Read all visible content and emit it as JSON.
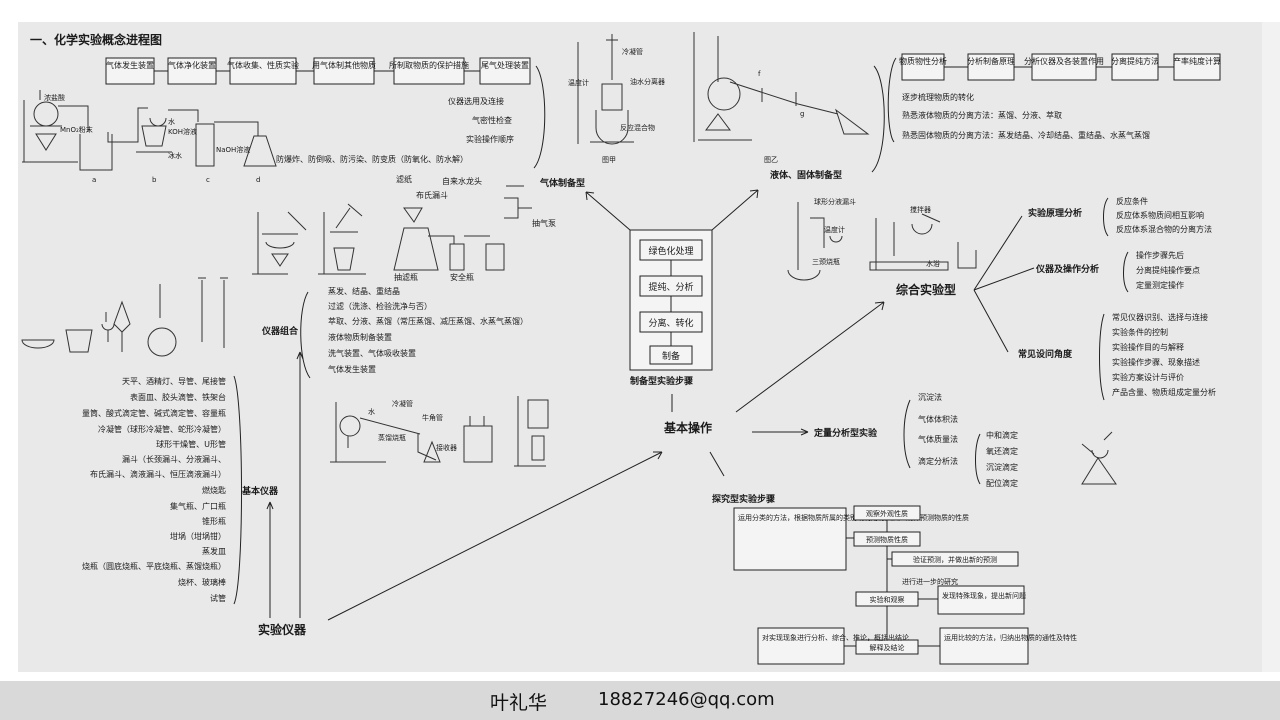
{
  "title": "一、化学实验概念进程图",
  "footer": {
    "author": "叶礼华",
    "email": "18827246@qq.com"
  },
  "gas": {
    "flow": [
      "气体发生装置",
      "气体净化装置",
      "气体收集、性质实验",
      "用气体制其他物质",
      "所制取物质的保护措施",
      "尾气处理装置"
    ],
    "reagents": {
      "acid": "浓盐酸",
      "mno2": "MnO₂粉末",
      "water": "水",
      "koh": "KOH溶液",
      "ice": "冰水",
      "naoh": "NaOH溶液"
    },
    "labels": [
      "a",
      "b",
      "c",
      "d"
    ],
    "notes": [
      "仪器选用及连接",
      "气密性检查",
      "实验操作顺序"
    ],
    "safety": "防爆炸、防倒吸、防污染、防变质（防氧化、防水解）",
    "hub": "气体制备型"
  },
  "liquid": {
    "figA": {
      "condenser": "冷凝管",
      "thermo": "温度计",
      "separator": "油水分离器",
      "mixture": "反应混合物",
      "caption": "图甲"
    },
    "figB": {
      "caption": "图乙",
      "f": "f",
      "g": "g"
    },
    "hub": "液体、固体制备型"
  },
  "product": {
    "flow": [
      "物质物性分析",
      "分析制备原理",
      "分析仪器及各装置作用",
      "分离提纯方法",
      "产率纯度计算"
    ],
    "lines": [
      "逐步梳理物质的转化",
      "熟悉液体物质的分离方法：蒸馏、分液、萃取",
      "熟悉固体物质的分离方法：蒸发结晶、冷却结晶、重结晶、水蒸气蒸馏"
    ]
  },
  "center": {
    "steps": [
      "绿色化处理",
      "提纯、分析",
      "分离、转化",
      "制备"
    ],
    "caption": "制备型实验步骤",
    "basic": "基本操作"
  },
  "filter": {
    "paper": "滤纸",
    "tap": "自来水龙头",
    "funnel": "布氏漏斗",
    "pump": "抽气泵",
    "flask": "抽滤瓶",
    "safety": "安全瓶"
  },
  "combo": {
    "label": "仪器组合",
    "items": [
      "蒸发、结晶、重结晶",
      "过滤（洗涤、检验洗净与否）",
      "萃取、分液、蒸馏（常压蒸馏、减压蒸馏、水蒸气蒸馏）",
      "液体物质制备装置",
      "洗气装置、气体吸收装置",
      "气体发生装置"
    ]
  },
  "steam": {
    "condenser": "冷凝管",
    "water": "水",
    "flask": "蒸馏烧瓶",
    "tube": "牛角管",
    "receiver": "接收器"
  },
  "instruments": {
    "items": [
      "天平、酒精灯、导管、尾接管",
      "表面皿、胶头滴管、铁架台",
      "量筒、酸式滴定管、碱式滴定管、容量瓶",
      "冷凝管（球形冷凝管、蛇形冷凝管）",
      "球形干燥管、U形管",
      "漏斗（长颈漏斗、分液漏斗、",
      "布氏漏斗、滴液漏斗、恒压滴液漏斗）",
      "燃烧匙",
      "集气瓶、广口瓶",
      "锥形瓶",
      "坩埚（坩埚钳）",
      "蒸发皿",
      "烧瓶（圆底烧瓶、平底烧瓶、蒸馏烧瓶）",
      "烧杯、玻璃棒",
      "试管"
    ],
    "basic": "基本仪器",
    "main": "实验仪器"
  },
  "comprehensive": {
    "app": {
      "stirrer": "搅拌器",
      "funnel": "球形分液漏斗",
      "thermo": "温度计",
      "flask": "三颈烧瓶",
      "water": "水浴"
    },
    "hub": "综合实验型",
    "principle": {
      "label": "实验原理分析",
      "items": [
        "反应条件",
        "反应体系物质间相互影响",
        "反应体系混合物的分离方法"
      ]
    },
    "operation": {
      "label": "仪器及操作分析",
      "items": [
        "操作步骤先后",
        "分离提纯操作要点",
        "定量测定操作"
      ]
    },
    "questions": {
      "label": "常见设问角度",
      "items": [
        "常见仪器识别、选择与连接",
        "实验条件的控制",
        "实验操作目的与解释",
        "实验操作步骤、现象描述",
        "实验方案设计与评价",
        "产品含量、物质组成定量分析"
      ]
    }
  },
  "quant": {
    "label": "定量分析型实验",
    "methods": [
      "沉淀法",
      "气体体积法",
      "气体质量法",
      "滴定分析法"
    ],
    "titration": [
      "中和滴定",
      "氧还滴定",
      "沉淀滴定",
      "配位滴定"
    ]
  },
  "explore": {
    "label": "探究型实验步骤",
    "steps": [
      "观察外观性质",
      "预测物质性质",
      "验证预测，并做出新的预测",
      "进行进一步的研究",
      "实验和观察",
      "发现特殊现象，提出新问题",
      "解释及结论"
    ],
    "left_note": "运用分类的方法，根据物质所属的类别或利用有关反应规律预测物质的性质",
    "bottom_left": "对实现现象进行分析、综合、推论，概括出结论",
    "bottom_right": "运用比较的方法，归纳出物质的通性及特性"
  }
}
